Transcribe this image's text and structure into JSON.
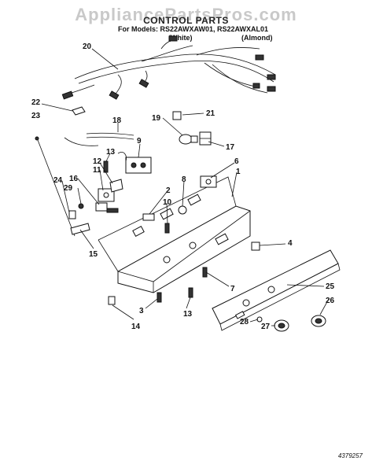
{
  "watermark": "AppliancePartsPros.com",
  "title": "CONTROL PARTS",
  "models_line": "For Models: RS22AWXAW01, RS22AWXAL01",
  "variant_white": "(White)",
  "variant_almond": "(Almond)",
  "document_number": "4379257",
  "callouts": [
    "20",
    "22",
    "23",
    "18",
    "19",
    "21",
    "17",
    "13",
    "9",
    "12",
    "11",
    "16",
    "29",
    "24",
    "15",
    "6",
    "1",
    "8",
    "2",
    "10",
    "4",
    "7",
    "25",
    "26",
    "3",
    "13",
    "14",
    "28",
    "27"
  ]
}
